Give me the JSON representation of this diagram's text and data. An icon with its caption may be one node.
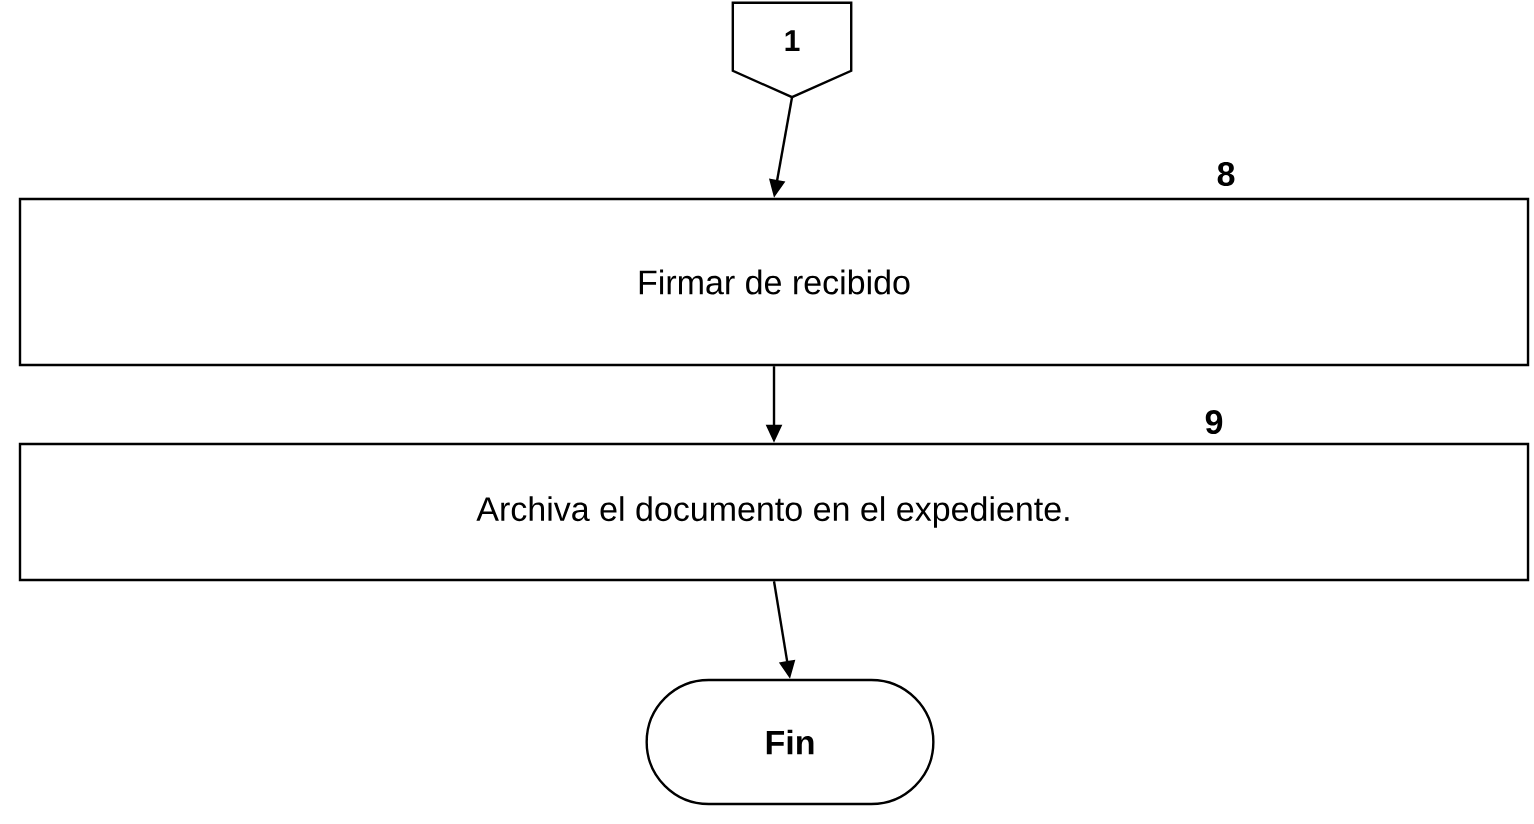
{
  "diagram": {
    "nodes": [
      {
        "text": [
          "1"
        ]
      },
      {
        "text": [
          "Firmar de recibido"
        ],
        "beside": [
          "8"
        ]
      },
      {
        "text": [
          "Archiva el documento en el expediente."
        ],
        "beside": [
          "9"
        ]
      },
      {
        "text": [
          "Fin"
        ]
      }
    ],
    "edges": [
      {
        "from": 0,
        "to": 1,
        "arrow": "to"
      },
      {
        "from": 1,
        "to": 2,
        "arrow": "to"
      },
      {
        "from": 2,
        "to": 3,
        "arrow": "to"
      }
    ]
  }
}
